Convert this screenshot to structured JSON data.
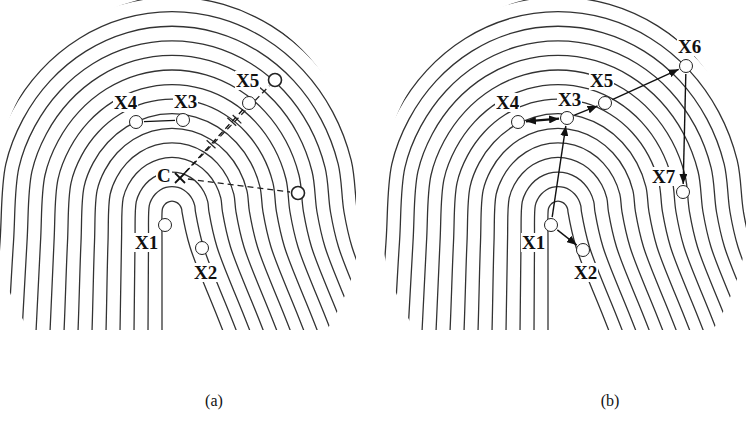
{
  "diagram": {
    "nodes": [
      {
        "text": [
          "X1"
        ]
      },
      {
        "text": [
          "X2"
        ]
      },
      {
        "text": [
          "X3"
        ]
      },
      {
        "text": [
          "X4"
        ]
      },
      {
        "text": [
          "X5"
        ]
      },
      {
        "text": [
          "C"
        ]
      },
      {
        "text": [
          "X1"
        ]
      },
      {
        "text": [
          "X2"
        ]
      },
      {
        "text": [
          "X3"
        ]
      },
      {
        "text": [
          "X4"
        ]
      },
      {
        "text": [
          "X5"
        ]
      },
      {
        "text": [
          "X6"
        ]
      },
      {
        "text": [
          "X7"
        ]
      }
    ],
    "edges": [
      {
        "from": 3,
        "to": 2,
        "arrow": "none"
      },
      {
        "from": 5,
        "to": 4,
        "arrow": "none"
      },
      {
        "from": 6,
        "to": 7,
        "arrow": "to"
      },
      {
        "from": 6,
        "to": 8,
        "arrow": "to"
      },
      {
        "from": 8,
        "to": 9,
        "arrow": "both"
      },
      {
        "from": 8,
        "to": 10,
        "arrow": "to"
      },
      {
        "from": 10,
        "to": 11,
        "arrow": "to"
      },
      {
        "from": 11,
        "to": 12,
        "arrow": "to"
      }
    ],
    "labels": [
      "(a)",
      "(b)"
    ]
  }
}
